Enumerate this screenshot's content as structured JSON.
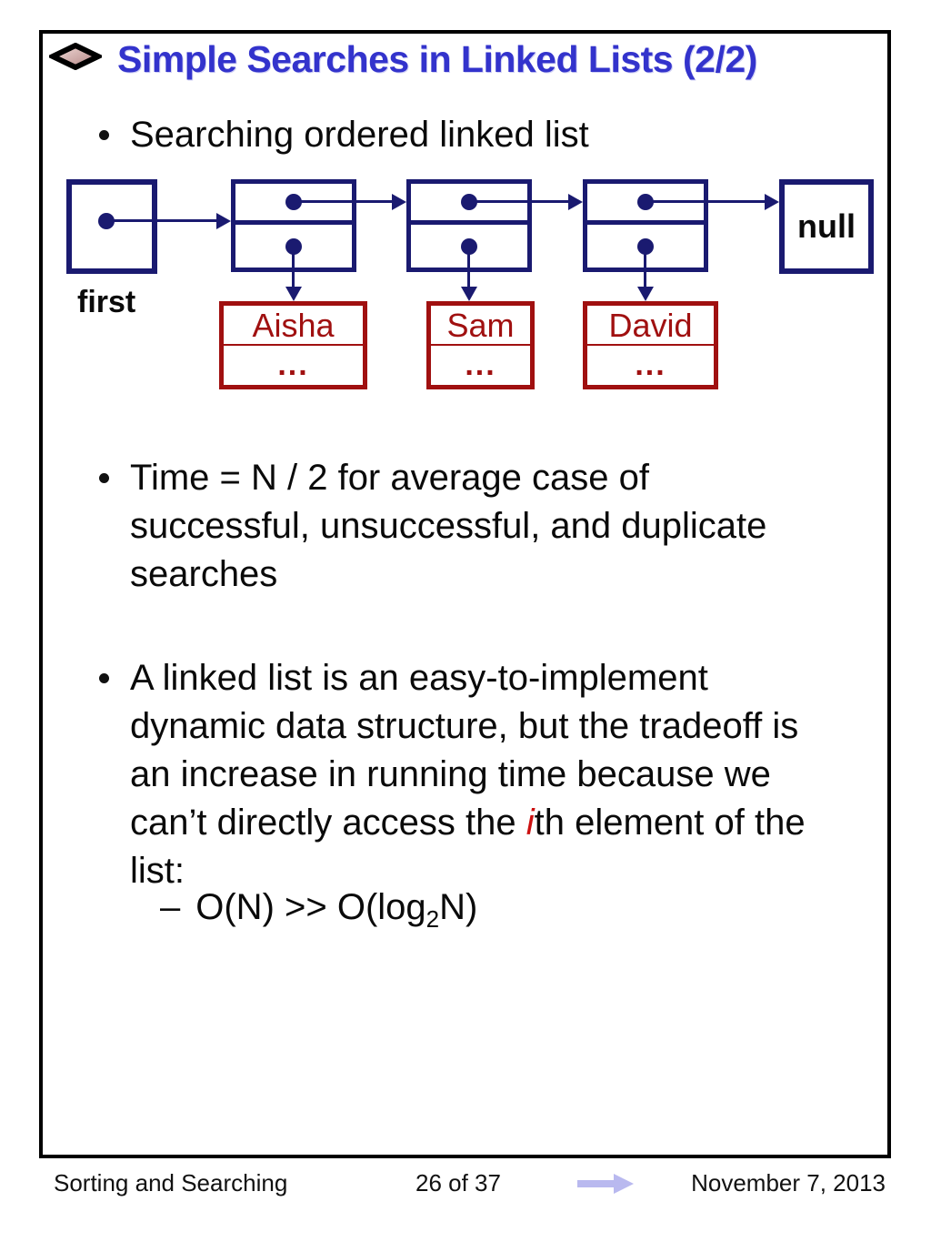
{
  "slide": {
    "title": "Simple Searches in Linked Lists (2/2)",
    "bullets": {
      "b1": "Searching ordered linked list",
      "b2_line1": "Time = N / 2 for average case of",
      "b2_line2": "successful, unsuccessful, and duplicate",
      "b2_line3": "searches",
      "b3_line1": "A linked list is an easy-to-implement",
      "b3_line2": "dynamic data structure, but the tradeoff is",
      "b3_line3": "an increase in running time because we",
      "b3_line4_pre": "can’t directly access the ",
      "b3_line4_i": "i",
      "b3_line4_post": "th element of the",
      "b3_line5": "list:",
      "sub_dash": "–",
      "sub_pre": "O(N) >> O(log",
      "sub_script": "2",
      "sub_post": "N)"
    }
  },
  "diagram": {
    "first_label": "first",
    "null_label": "null",
    "data_boxes": [
      {
        "name": "Aisha",
        "more": "..."
      },
      {
        "name": "Sam",
        "more": "..."
      },
      {
        "name": "David",
        "more": "..."
      }
    ]
  },
  "footer": {
    "left": "Sorting and Searching",
    "center": "26 of 37",
    "right": "November 7, 2013"
  },
  "colors": {
    "title_blue": "#3333cc",
    "node_navy": "#1a1a70",
    "record_red": "#a01010",
    "highlight_red": "#cc1111",
    "nav_arrow_periwinkle": "#b9b9ef"
  }
}
